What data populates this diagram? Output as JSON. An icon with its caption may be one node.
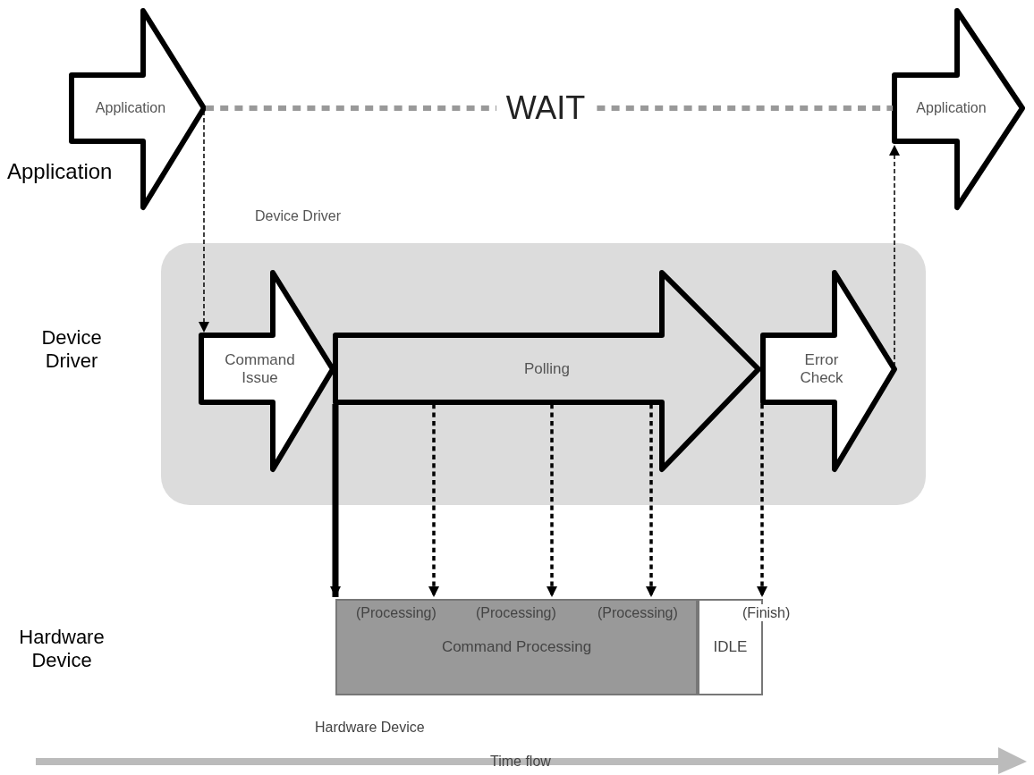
{
  "diagram": {
    "nodes": [
      {
        "text": [
          "Application"
        ]
      },
      {
        "text": [
          "Application"
        ]
      },
      {
        "text": [
          "Device Driver"
        ]
      },
      {
        "text": [
          "Command Issue"
        ],
        "in": 2
      },
      {
        "text": [
          "Polling"
        ],
        "in": 2
      },
      {
        "text": [
          "Error Check"
        ],
        "in": 2
      },
      {
        "text": [
          "Command Processing"
        ]
      },
      {
        "text": [
          "IDLE"
        ]
      }
    ],
    "edges": [
      {
        "from": 0,
        "to": 1,
        "arrow": "none",
        "label": "WAIT",
        "style": "dashed",
        "color": "#999999"
      },
      {
        "from": 0,
        "to": 3,
        "arrow": "to",
        "style": "dashed"
      },
      {
        "from": 5,
        "to": 1,
        "arrow": "to",
        "style": "dashed"
      },
      {
        "from": 4,
        "to": 6,
        "arrow": "to",
        "style": "thick"
      },
      {
        "from": 4,
        "to": 6,
        "arrow": "to",
        "style": "dashed"
      },
      {
        "from": 4,
        "to": 6,
        "arrow": "to",
        "style": "dashed"
      },
      {
        "from": 4,
        "to": 6,
        "arrow": "to",
        "style": "dashed"
      },
      {
        "from": 5,
        "to": 7,
        "arrow": "to",
        "style": "dashed"
      }
    ],
    "labels": [
      "Application",
      "Device Driver",
      "(Processing)",
      "(Processing)",
      "(Processing)",
      "(Finish)",
      "Hardware Device",
      "Hardware Device",
      "Time flow"
    ]
  }
}
